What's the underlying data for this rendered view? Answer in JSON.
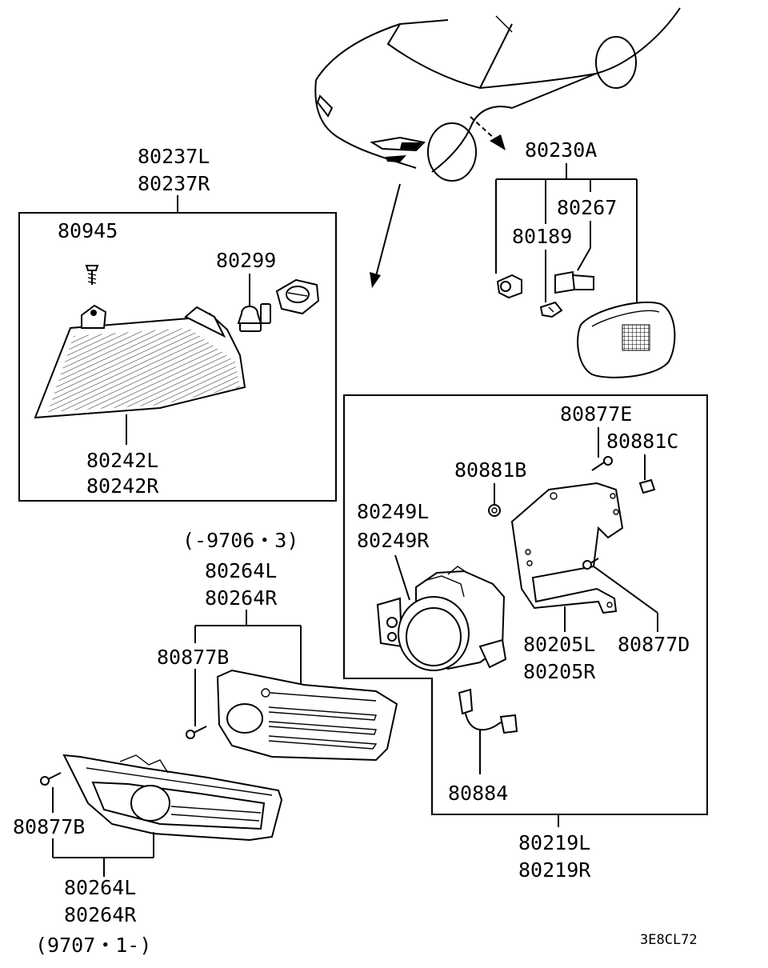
{
  "labels": {
    "corner_lamp_l": "80237L",
    "corner_lamp_r": "80237R",
    "screw_80945": "80945",
    "bulb_80299": "80299",
    "lens_l": "80242L",
    "lens_r": "80242R",
    "side_lamp_assy": "80230A",
    "socket_80267": "80267",
    "bulb_80189": "80189",
    "screw_80877e": "80877E",
    "nut_80881c": "80881C",
    "nut_80881b": "80881B",
    "fog_unit_l": "80249L",
    "fog_unit_r": "80249R",
    "bracket_l": "80205L",
    "bracket_r": "80205R",
    "screw_80877d": "80877D",
    "harness_80884": "80884",
    "fog_assy_l": "80219L",
    "fog_assy_r": "80219R",
    "period_upper": "(-9706・3)",
    "cover_upper_l": "80264L",
    "cover_upper_r": "80264R",
    "screw_80877b_upper": "80877B",
    "screw_80877b_lower": "80877B",
    "cover_lower_l": "80264L",
    "cover_lower_r": "80264R",
    "period_lower": "(9707・1-)",
    "diagram_code": "3E8CL72"
  }
}
